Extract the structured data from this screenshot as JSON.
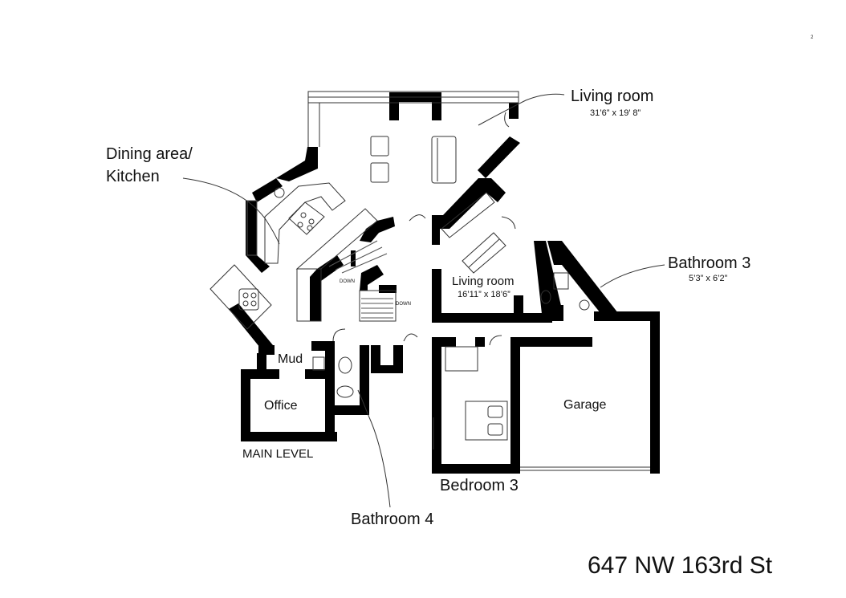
{
  "page_marker": "2",
  "address": "647 NW 163rd St",
  "level_label": "MAIN LEVEL",
  "rooms": {
    "living_room_main": {
      "name": "Living room",
      "dims": "31’6” x 19’ 8”"
    },
    "dining_kitchen": {
      "line1": "Dining area/",
      "line2": "Kitchen"
    },
    "bathroom_3": {
      "name": "Bathroom 3",
      "dims": "5’3” x 6’2”"
    },
    "living_room_2": {
      "name": "Living room",
      "dims": "16’11” x 18’6”"
    },
    "garage": {
      "name": "Garage"
    },
    "mud": {
      "name": "Mud"
    },
    "office": {
      "name": "Office"
    },
    "bedroom_3": {
      "name": "Bedroom 3"
    },
    "bathroom_4": {
      "name": "Bathroom 4"
    }
  },
  "stairs": {
    "down_label_1": "DOWN",
    "down_label_2": "DOWN"
  },
  "colors": {
    "wall": "#000000",
    "line": "#333333",
    "background": "#ffffff"
  }
}
